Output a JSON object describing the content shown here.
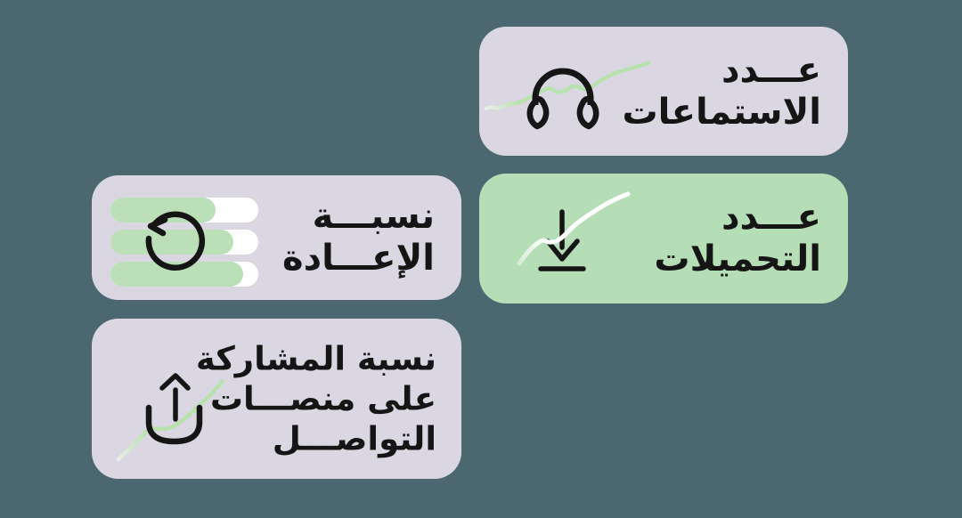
{
  "canvas": {
    "background": "#4b6770"
  },
  "colors": {
    "card_lavender": "#dbd7e2",
    "card_green": "#b5deb6",
    "accent_green": "#bbdfb6",
    "trend_line_green": "#b7e2ae",
    "trend_line_white": "#ffffff",
    "ink": "#151515"
  },
  "cards": {
    "listens": {
      "title_line1": "عـــدد",
      "title_line2": "الاستماعات",
      "icon": "headphones-icon"
    },
    "downloads": {
      "title_line1": "عـــدد",
      "title_line2": "التحميلات",
      "icon": "download-icon"
    },
    "replays": {
      "title_line1": "نسبـــة",
      "title_line2": "الإعـــادة",
      "icon": "replay-icon",
      "bars_percent": [
        71,
        83,
        90
      ]
    },
    "shares": {
      "title_line1": "نسبة المشاركة",
      "title_line2": "على منصـــات",
      "title_line3": "التواصـــل",
      "icon": "share-upload-icon"
    }
  }
}
